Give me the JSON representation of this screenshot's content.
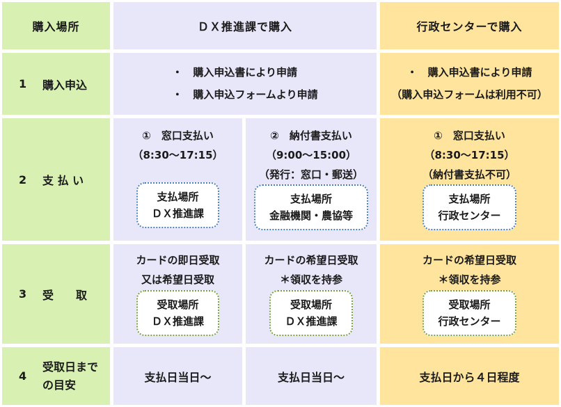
{
  "colors": {
    "header_green": "#d8f1b2",
    "lavender": "#e7e7f9",
    "yellow": "#ffe49d",
    "box_border_blue": "#4a7ebc",
    "box_border_green": "#76a23e"
  },
  "header": {
    "place_label": "購入場所",
    "dx_title": "ＤＸ推進課で購入",
    "center_title": "行政センターで購入"
  },
  "apply": {
    "num": "1",
    "label": "購入申込",
    "dx_bullet1": "・　購入申込書により申請",
    "dx_bullet2": "・　購入申込フォームより申請",
    "center_bullet1": "・　購入申込書により申請",
    "center_note": "（購入申込フォームは利用不可）"
  },
  "payment": {
    "num": "2",
    "label": "支 払 い",
    "dx_window": {
      "title": "①　窓口支払い",
      "hours": "（8:30～17:15）",
      "box_label": "支払場所",
      "box_place": "ＤＸ推進課"
    },
    "dx_slip": {
      "title": "②　納付書支払い",
      "hours": "（9:00～15:00）",
      "note": "（発行：窓口・郵送）",
      "box_label": "支払場所",
      "box_place": "金融機関・農協等"
    },
    "center_window": {
      "title": "①　窓口支払い",
      "hours": "（8:30～17:15）",
      "note": "（納付書支払不可）",
      "box_label": "支払場所",
      "box_place": "行政センター"
    }
  },
  "receive": {
    "num": "3",
    "label": "受　　取",
    "dx_window": {
      "line1": "カードの即日受取",
      "line2": "又は希望日受取",
      "box_label": "受取場所",
      "box_place": "ＤＸ推進課"
    },
    "dx_slip": {
      "line1": "カードの希望日受取",
      "line2": "＊領収を持参",
      "box_label": "受取場所",
      "box_place": "ＤＸ推進課"
    },
    "center": {
      "line1": "カードの希望日受取",
      "line2": "＊領収を持参",
      "box_label": "受取場所",
      "box_place": "行政センター"
    }
  },
  "timeline": {
    "num": "4",
    "label_line1": "受取日まで",
    "label_line2": "の目安",
    "dx_window": "支払日当日～",
    "dx_slip": "支払日当日～",
    "center": "支払日から４日程度"
  }
}
